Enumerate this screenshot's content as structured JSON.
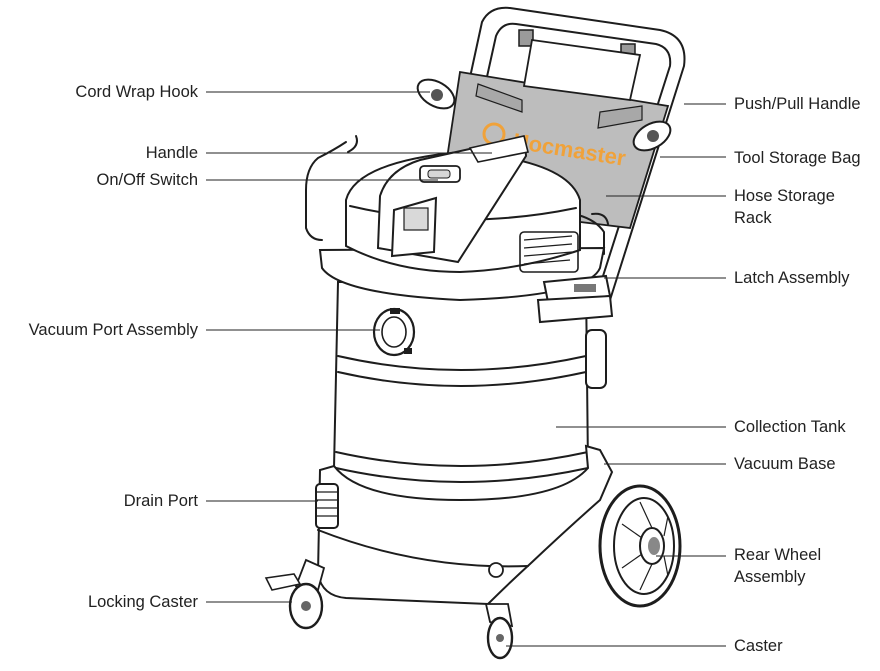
{
  "diagram": {
    "brand_text": "Hocmaster",
    "callouts": {
      "cord_wrap_hook": "Cord Wrap Hook",
      "handle": "Handle",
      "on_off_switch": "On/Off Switch",
      "vacuum_port_assembly": "Vacuum Port Assembly",
      "drain_port": "Drain Port",
      "locking_caster": "Locking Caster",
      "push_pull_handle": "Push/Pull Handle",
      "tool_storage_bag": "Tool Storage Bag",
      "hose_storage_rack_line1": "Hose Storage",
      "hose_storage_rack_line2": "Rack",
      "latch_assembly": "Latch Assembly",
      "collection_tank": "Collection Tank",
      "vacuum_base": "Vacuum Base",
      "rear_wheel_assembly_line1": "Rear Wheel",
      "rear_wheel_assembly_line2": "Assembly",
      "caster": "Caster"
    },
    "colors": {
      "outline": "#1d1d1d",
      "bag_fill": "#bdbdbd",
      "body_fill": "#ffffff",
      "brand_orange": "#f0a23a",
      "label_text": "#222222"
    }
  }
}
